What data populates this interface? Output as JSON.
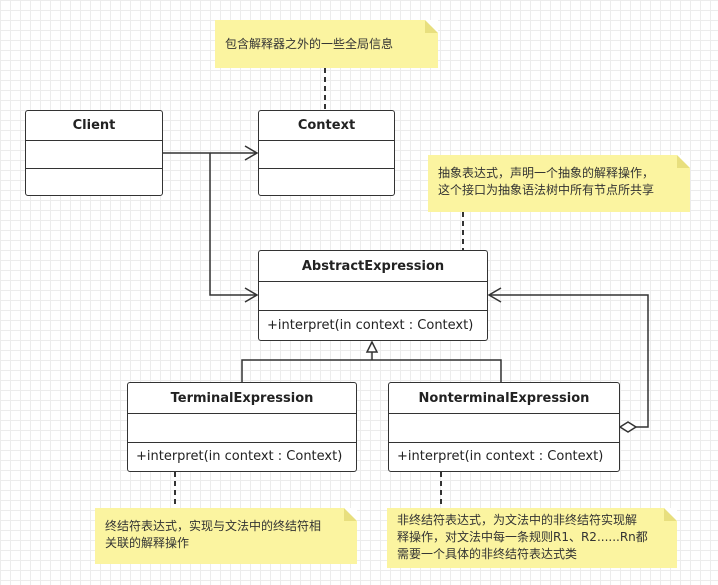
{
  "classes": {
    "client": {
      "name": "Client"
    },
    "context": {
      "name": "Context"
    },
    "abstract_expression": {
      "name": "AbstractExpression",
      "operation": "+interpret(in context : Context)"
    },
    "terminal_expression": {
      "name": "TerminalExpression",
      "operation": "+interpret(in context : Context)"
    },
    "nonterminal_expression": {
      "name": "NonterminalExpression",
      "operation": "+interpret(in context : Context)"
    }
  },
  "notes": {
    "context_note": "包含解释器之外的一些全局信息",
    "abstract_note": "抽象表达式，声明一个抽象的解释操作，\n这个接口为抽象语法树中所有节点所共享",
    "terminal_note": "终结符表达式，实现与文法中的终结符相\n关联的解释操作",
    "nonterminal_note": "非终结符表达式，为文法中的非终结符实现解\n释操作，对文法中每一条规则R1、R2......Rn都\n需要一个具体的非终结符表达式类"
  }
}
